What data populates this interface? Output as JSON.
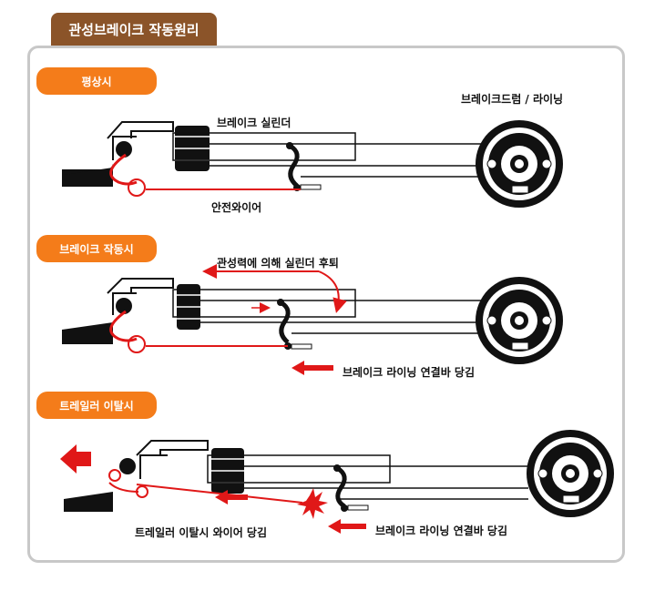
{
  "title": "관성브레이크 작동원리",
  "sections": {
    "normal": {
      "label": "평상시",
      "cylinder_label": "브레이크 실린더",
      "drum_label": "브레이크드럼 / 라이닝",
      "wire_label": "안전와이어"
    },
    "braking": {
      "label": "브레이크 작동시",
      "inertia_label": "관성력에 의해 실린더 후퇴",
      "pull_label": "브레이크 라이닝 연결바 당김"
    },
    "detach": {
      "label": "트레일러 이탈시",
      "wire_pull_label": "트레일러 이탈시 와이어 당김",
      "pull_label": "브레이크 라이닝 연결바 당김"
    }
  },
  "colors": {
    "accent": "#f47c1a",
    "title_bg": "#8b5429",
    "wire": "#e01818",
    "frame": "#c8c8c8"
  }
}
